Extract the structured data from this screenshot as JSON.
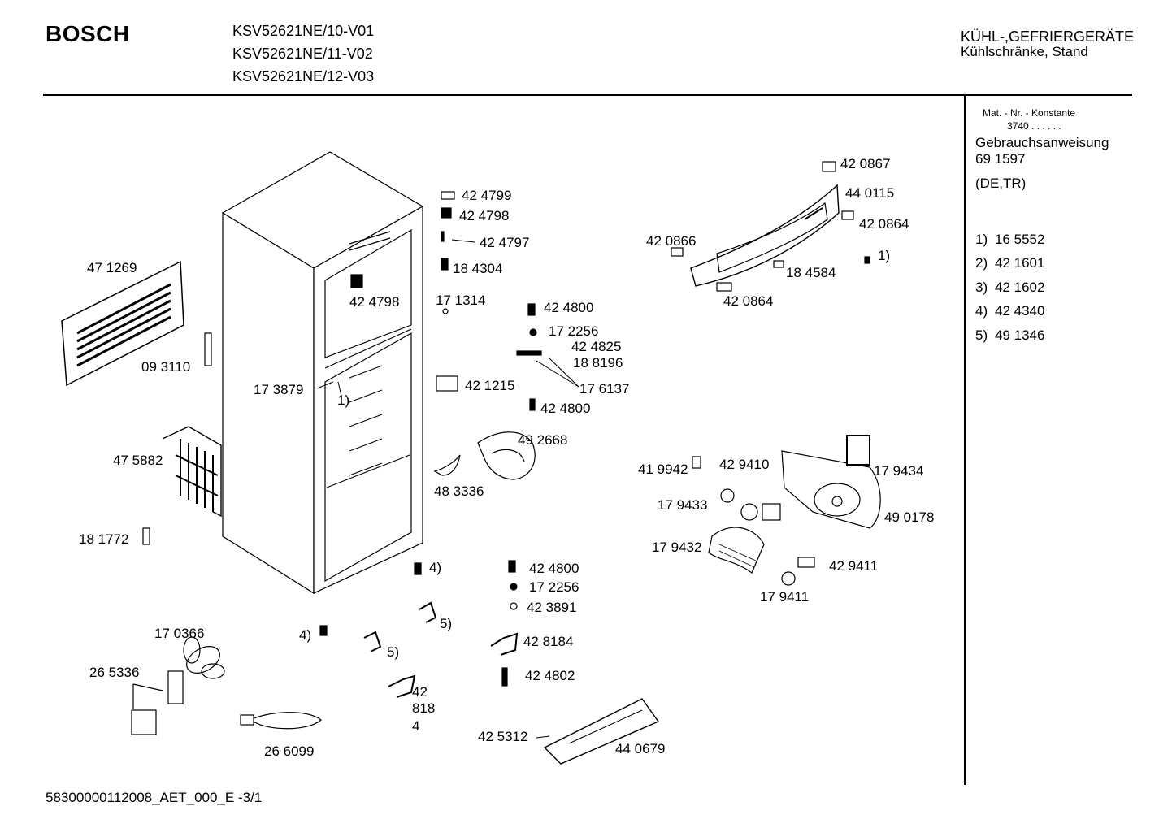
{
  "header": {
    "brand": "BOSCH",
    "models": [
      "KSV52621NE/10-V01",
      "KSV52621NE/11-V02",
      "KSV52621NE/12-V03"
    ],
    "category_line1": "KÜHL-,GEFRIERGERÄTE",
    "category_line2": "Kühlschränke, Stand"
  },
  "sidebar": {
    "mat_nr_label": "Mat. - Nr. - Konstante",
    "mat_nr_value": "3740 . . . . . .",
    "manual_label": "Gebrauchsanweisung",
    "manual_number": "69 1597",
    "languages": "(DE,TR)",
    "notes": [
      {
        "key": "1)",
        "value": "16 5552"
      },
      {
        "key": "2)",
        "value": "42 1601"
      },
      {
        "key": "3)",
        "value": "42 1602"
      },
      {
        "key": "4)",
        "value": "42 4340"
      },
      {
        "key": "5)",
        "value": "49 1346"
      }
    ]
  },
  "parts": {
    "p424799": "42 4799",
    "p424798a": "42 4798",
    "p424797": "42 4797",
    "p184304": "18 4304",
    "p424798b": "42 4798",
    "p171314": "17 1314",
    "p424800a": "42 4800",
    "p172256a": "17 2256",
    "p424825": "42 4825",
    "p188196": "18 8196",
    "p176137": "17 6137",
    "p421215": "42 1215",
    "p424800b": "42 4800",
    "p173879": "17 3879",
    "note1a": "1)",
    "p471269": "47 1269",
    "p093110": "09 3110",
    "p475882": "47 5882",
    "p181772": "18 1772",
    "p492668": "49 2668",
    "p483336": "48 3336",
    "p420867": "42 0867",
    "p440115": "44 0115",
    "p420864a": "42 0864",
    "p420866": "42 0866",
    "note1b": "1)",
    "p184584": "18 4584",
    "p420864b": "42 0864",
    "p179434": "17 9434",
    "p419942": "41 9942",
    "p429410": "42 9410",
    "p179433": "17 9433",
    "p490178": "49 0178",
    "p179432": "17 9432",
    "p429411": "42 9411",
    "p179411": "17 9411",
    "note4a": "4)",
    "p424800c": "42 4800",
    "p172256b": "17 2256",
    "p423891": "42 3891",
    "note5a": "5)",
    "p170366": "17 0366",
    "note4b": "4)",
    "note5b": "5)",
    "p428184a": "42 8184",
    "p265336": "26 5336",
    "p424802": "42 4802",
    "p428184b_1": "42",
    "p428184b_2": "818",
    "p428184b_3": "4",
    "p266099": "26 6099",
    "p425312": "42 5312",
    "p440679": "44 0679"
  },
  "footer": {
    "doc_id": "58300000112008_AET_000_E",
    "page": "-3/1"
  }
}
